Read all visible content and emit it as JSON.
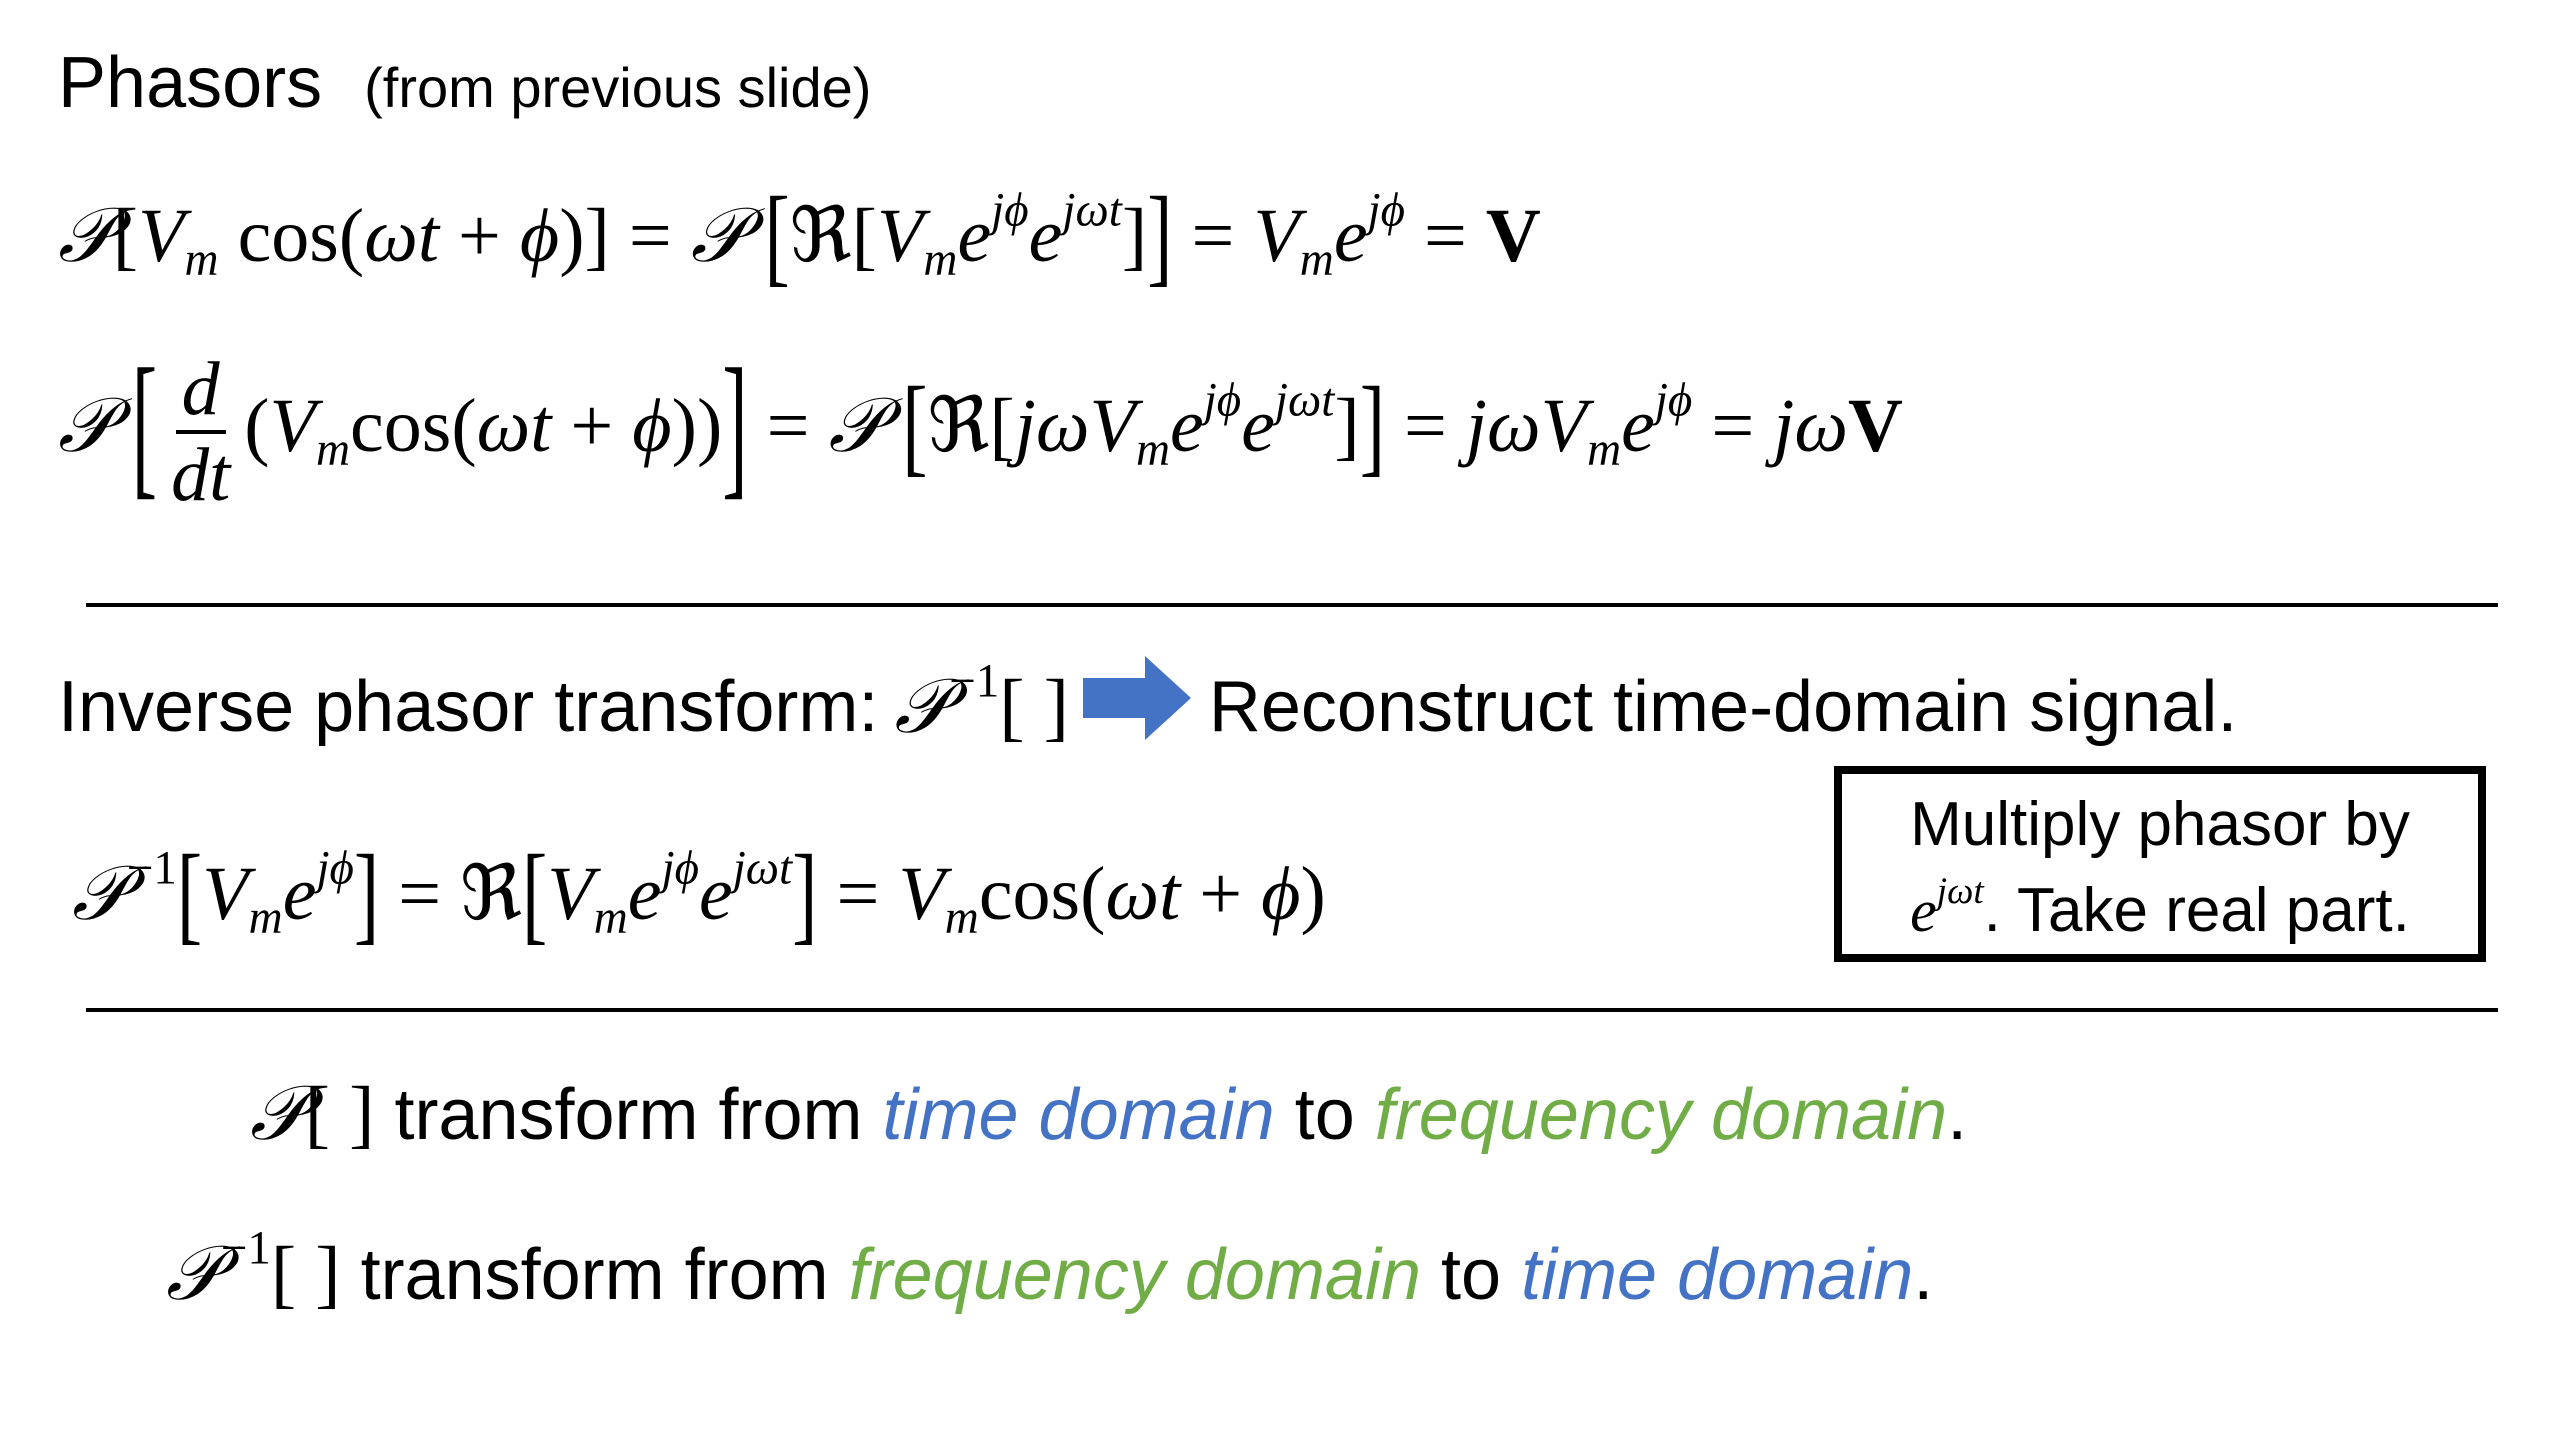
{
  "title": {
    "main": "Phasors",
    "sub": "(from previous slide)"
  },
  "inverse": {
    "label": "Inverse phasor transform:",
    "desc": "Reconstruct time-domain signal."
  },
  "note_box": {
    "line1": "Multiply phasor by",
    "line2": ". Take real part."
  },
  "summary": {
    "line1": {
      "prefix": "transform from",
      "first": "time domain",
      "mid": "to",
      "second": "frequency domain",
      "end": "."
    },
    "line2": {
      "prefix": "transform from",
      "first": "frequency domain",
      "mid": "to",
      "second": "time domain",
      "end": "."
    }
  },
  "colors": {
    "time_domain": "#4472c4",
    "frequency_domain": "#70ad47",
    "arrow": "#4472c4"
  }
}
